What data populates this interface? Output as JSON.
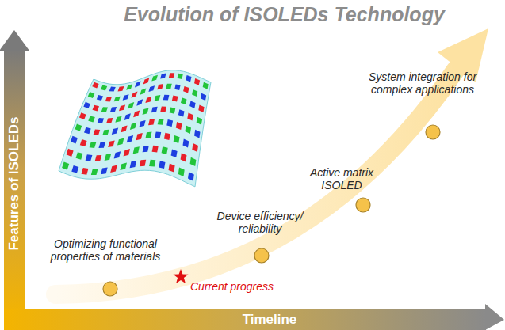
{
  "diagram": {
    "title": "Evolution of ISOLEDs Technology",
    "labels": [
      "Features of ISOLEDs",
      "Timeline",
      "Optimizing functional properties of materials",
      "Current progress",
      "Device efficiency/ reliability",
      "Active matrix ISOLED",
      "System integration for complex applications"
    ]
  }
}
